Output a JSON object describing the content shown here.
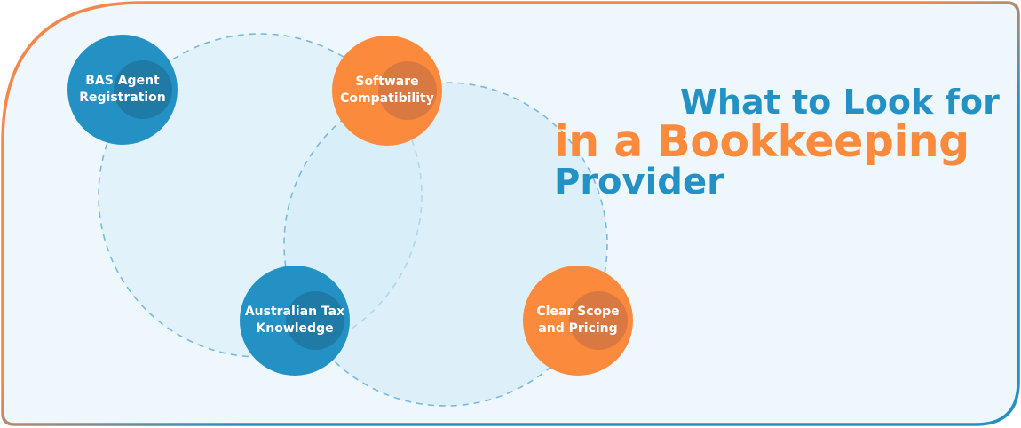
{
  "headline": {
    "line1": "What to Look for",
    "line2": "in a Bookkeeping",
    "line3": "Provider"
  },
  "nodes": [
    {
      "label": "BAS Agent\nRegistration",
      "theme": "blue"
    },
    {
      "label": "Software\nCompatibility",
      "theme": "orange"
    },
    {
      "label": "Australian Tax\nKnowledge",
      "theme": "blue"
    },
    {
      "label": "Clear Scope\nand Pricing",
      "theme": "orange"
    }
  ],
  "colors": {
    "blue": "#2491c4",
    "blue_dark": "#1f7aa6",
    "orange": "#fb8a3c",
    "orange_dark": "#d97840",
    "panel_fill": "#eef7fc",
    "border_orange": "#f4874a",
    "border_blue": "#2a8fbf",
    "dash": "#79b9de",
    "circle_fill": "#d6edf9"
  }
}
